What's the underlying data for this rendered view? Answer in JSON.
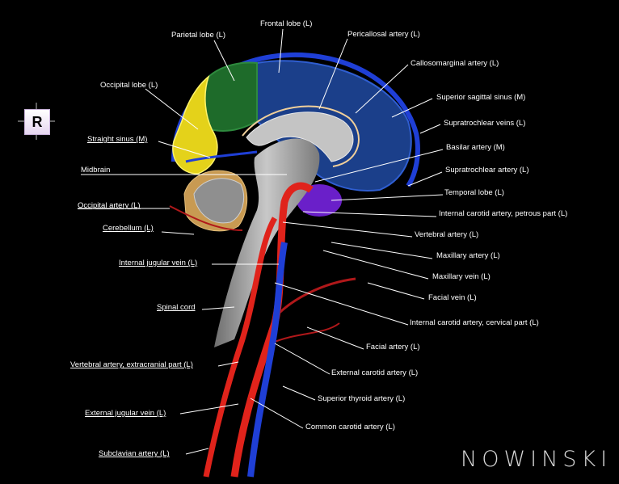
{
  "orientation": {
    "label": "R"
  },
  "labels": [
    {
      "key": "frontal",
      "text": "Frontal lobe (L)"
    },
    {
      "key": "parietal",
      "text": "Parietal lobe (L)"
    },
    {
      "key": "pericallosal",
      "text": "Pericallosal artery (L)"
    },
    {
      "key": "callosomarginal",
      "text": "Callosomarginal artery (L)"
    },
    {
      "key": "occipital_lobe",
      "text": "Occipital lobe (L)"
    },
    {
      "key": "sss",
      "text": "Superior sagittal sinus (M)"
    },
    {
      "key": "supratroch_veins",
      "text": "Supratrochlear veins (L)"
    },
    {
      "key": "straight_sinus",
      "text": "Straight sinus (M)"
    },
    {
      "key": "basilar",
      "text": "Basilar artery (M)"
    },
    {
      "key": "midbrain",
      "text": "Midbrain"
    },
    {
      "key": "supratroch_artery",
      "text": "Supratrochlear artery (L)"
    },
    {
      "key": "temporal",
      "text": "Temporal lobe (L)"
    },
    {
      "key": "occipital_artery",
      "text": "Occipital artery (L)"
    },
    {
      "key": "ica_petrous",
      "text": "Internal carotid artery, petrous part (L)"
    },
    {
      "key": "cerebellum",
      "text": "Cerebellum (L)"
    },
    {
      "key": "vertebral",
      "text": "Vertebral artery (L)"
    },
    {
      "key": "maxillary_artery",
      "text": "Maxillary artery (L)"
    },
    {
      "key": "ijv",
      "text": "Internal jugular vein (L)"
    },
    {
      "key": "maxillary_vein",
      "text": "Maxillary vein (L)"
    },
    {
      "key": "facial_vein",
      "text": "Facial vein (L)"
    },
    {
      "key": "spinal_cord",
      "text": "Spinal cord"
    },
    {
      "key": "ica_cervical",
      "text": "Internal carotid artery, cervical part (L)"
    },
    {
      "key": "facial_artery",
      "text": "Facial artery (L)"
    },
    {
      "key": "vertebral_extracranial",
      "text": "Vertebral artery, extracranial part (L)"
    },
    {
      "key": "eca",
      "text": "External carotid artery (L)"
    },
    {
      "key": "sup_thyroid",
      "text": "Superior thyroid artery (L)"
    },
    {
      "key": "ejv",
      "text": "External jugular vein (L)"
    },
    {
      "key": "cca",
      "text": "Common carotid artery (L)"
    },
    {
      "key": "subclavian",
      "text": "Subclavian artery (L)"
    }
  ],
  "logo": "NOWINSKI",
  "colors": {
    "artery": "#e0231b",
    "vein": "#1f3fd6",
    "frontal_lobe": "#1b3f8a",
    "parietal_lobe": "#1e6b2a",
    "occipital_lobe": "#e4d21a",
    "temporal_lobe": "#6a1fc9",
    "cerebellum": "#c89a52",
    "brainstem": "#a0a0a0"
  }
}
